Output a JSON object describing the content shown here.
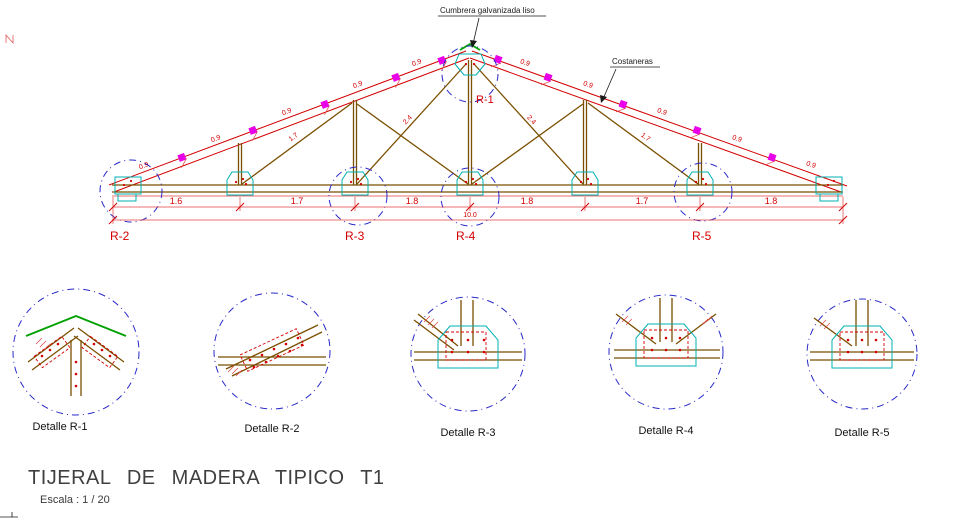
{
  "colors": {
    "member_red": "#d40000",
    "wood_brown": "#7b4f00",
    "purlin_magenta": "#e800e8",
    "plate_cyan": "#00b0b0",
    "ridge_green": "#00a000",
    "detail_circle_blue": "#2929c8"
  },
  "callouts": {
    "ridge": "Cumbrera galvanizada liso",
    "purlins": "Costaneras"
  },
  "node_labels": {
    "r1": "R-1",
    "r2": "R-2",
    "r3": "R-3",
    "r4": "R-4",
    "r5": "R-5"
  },
  "spacing_label": "0.9",
  "dimensions": {
    "segments": [
      "1.6",
      "1.7",
      "1.8",
      "1.8",
      "1.7",
      "1.8"
    ],
    "overall": "10.0"
  },
  "member_labels": [
    "1.7",
    "2.4",
    "2.4",
    "1.7"
  ],
  "details": [
    {
      "label": "Detalle R-1"
    },
    {
      "label": "Detalle R-2"
    },
    {
      "label": "Detalle R-3"
    },
    {
      "label": "Detalle R-4"
    },
    {
      "label": "Detalle R-5"
    }
  ],
  "title": {
    "main": "TIJERAL DE MADERA TIPICO T1",
    "scale": "Escala : 1 / 20"
  }
}
